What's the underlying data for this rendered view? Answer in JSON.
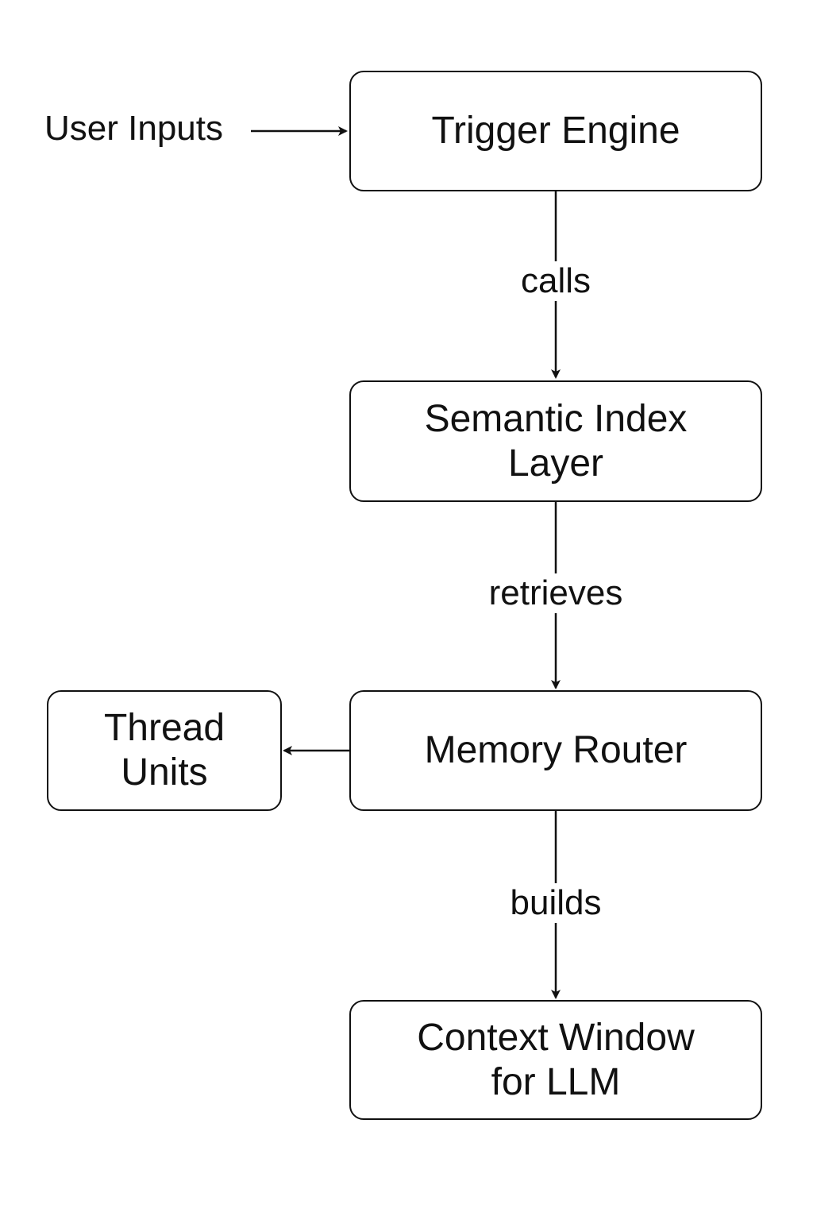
{
  "diagram": {
    "input": {
      "label": "User Inputs"
    },
    "nodes": {
      "trigger_engine": {
        "label": "Trigger Engine"
      },
      "semantic_index": {
        "label": "Semantic Index\nLayer"
      },
      "memory_router": {
        "label": "Memory Router"
      },
      "thread_units": {
        "label": "Thread\nUnits"
      },
      "context_window": {
        "label": "Context Window\nfor LLM"
      }
    },
    "edges": {
      "calls": {
        "label": "calls"
      },
      "retrieves": {
        "label": "retrieves"
      },
      "builds": {
        "label": "builds"
      }
    }
  }
}
